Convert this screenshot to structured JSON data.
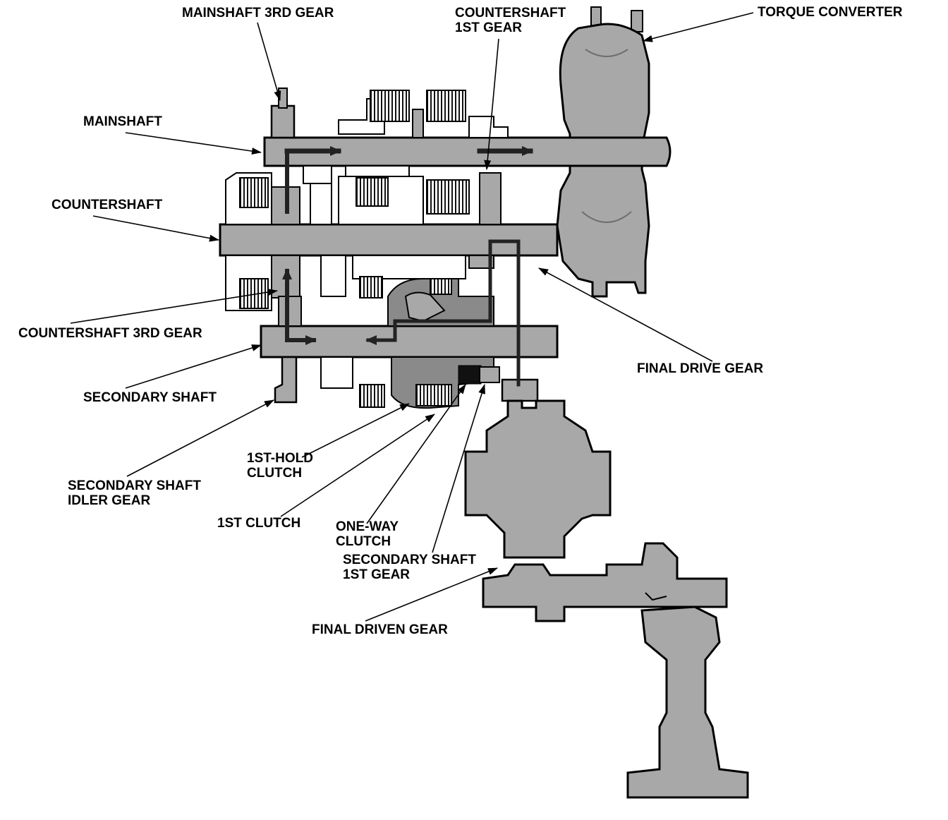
{
  "colors": {
    "metal": "#a8a8a8",
    "metal_dark": "#8a8a8a",
    "ink": "#000000",
    "paper": "#ffffff"
  },
  "labels": {
    "mainshaft_3rd_gear": [
      "MAINSHAFT 3RD GEAR"
    ],
    "countershaft_1st_gear": [
      "COUNTERSHAFT",
      "1ST GEAR"
    ],
    "torque_converter": [
      "TORQUE CONVERTER"
    ],
    "mainshaft": [
      "MAINSHAFT"
    ],
    "countershaft": [
      "COUNTERSHAFT"
    ],
    "countershaft_3rd_gear": [
      "COUNTERSHAFT 3RD GEAR"
    ],
    "final_drive_gear": [
      "FINAL DRIVE GEAR"
    ],
    "secondary_shaft": [
      "SECONDARY SHAFT"
    ],
    "first_hold_clutch": [
      "1ST-HOLD",
      "CLUTCH"
    ],
    "secondary_shaft_idler_gear": [
      "SECONDARY SHAFT",
      "IDLER GEAR"
    ],
    "first_clutch": [
      "1ST CLUTCH"
    ],
    "one_way_clutch": [
      "ONE-WAY",
      "CLUTCH"
    ],
    "secondary_shaft_1st_gear": [
      "SECONDARY SHAFT",
      "1ST GEAR"
    ],
    "final_driven_gear": [
      "FINAL DRIVEN GEAR"
    ]
  }
}
